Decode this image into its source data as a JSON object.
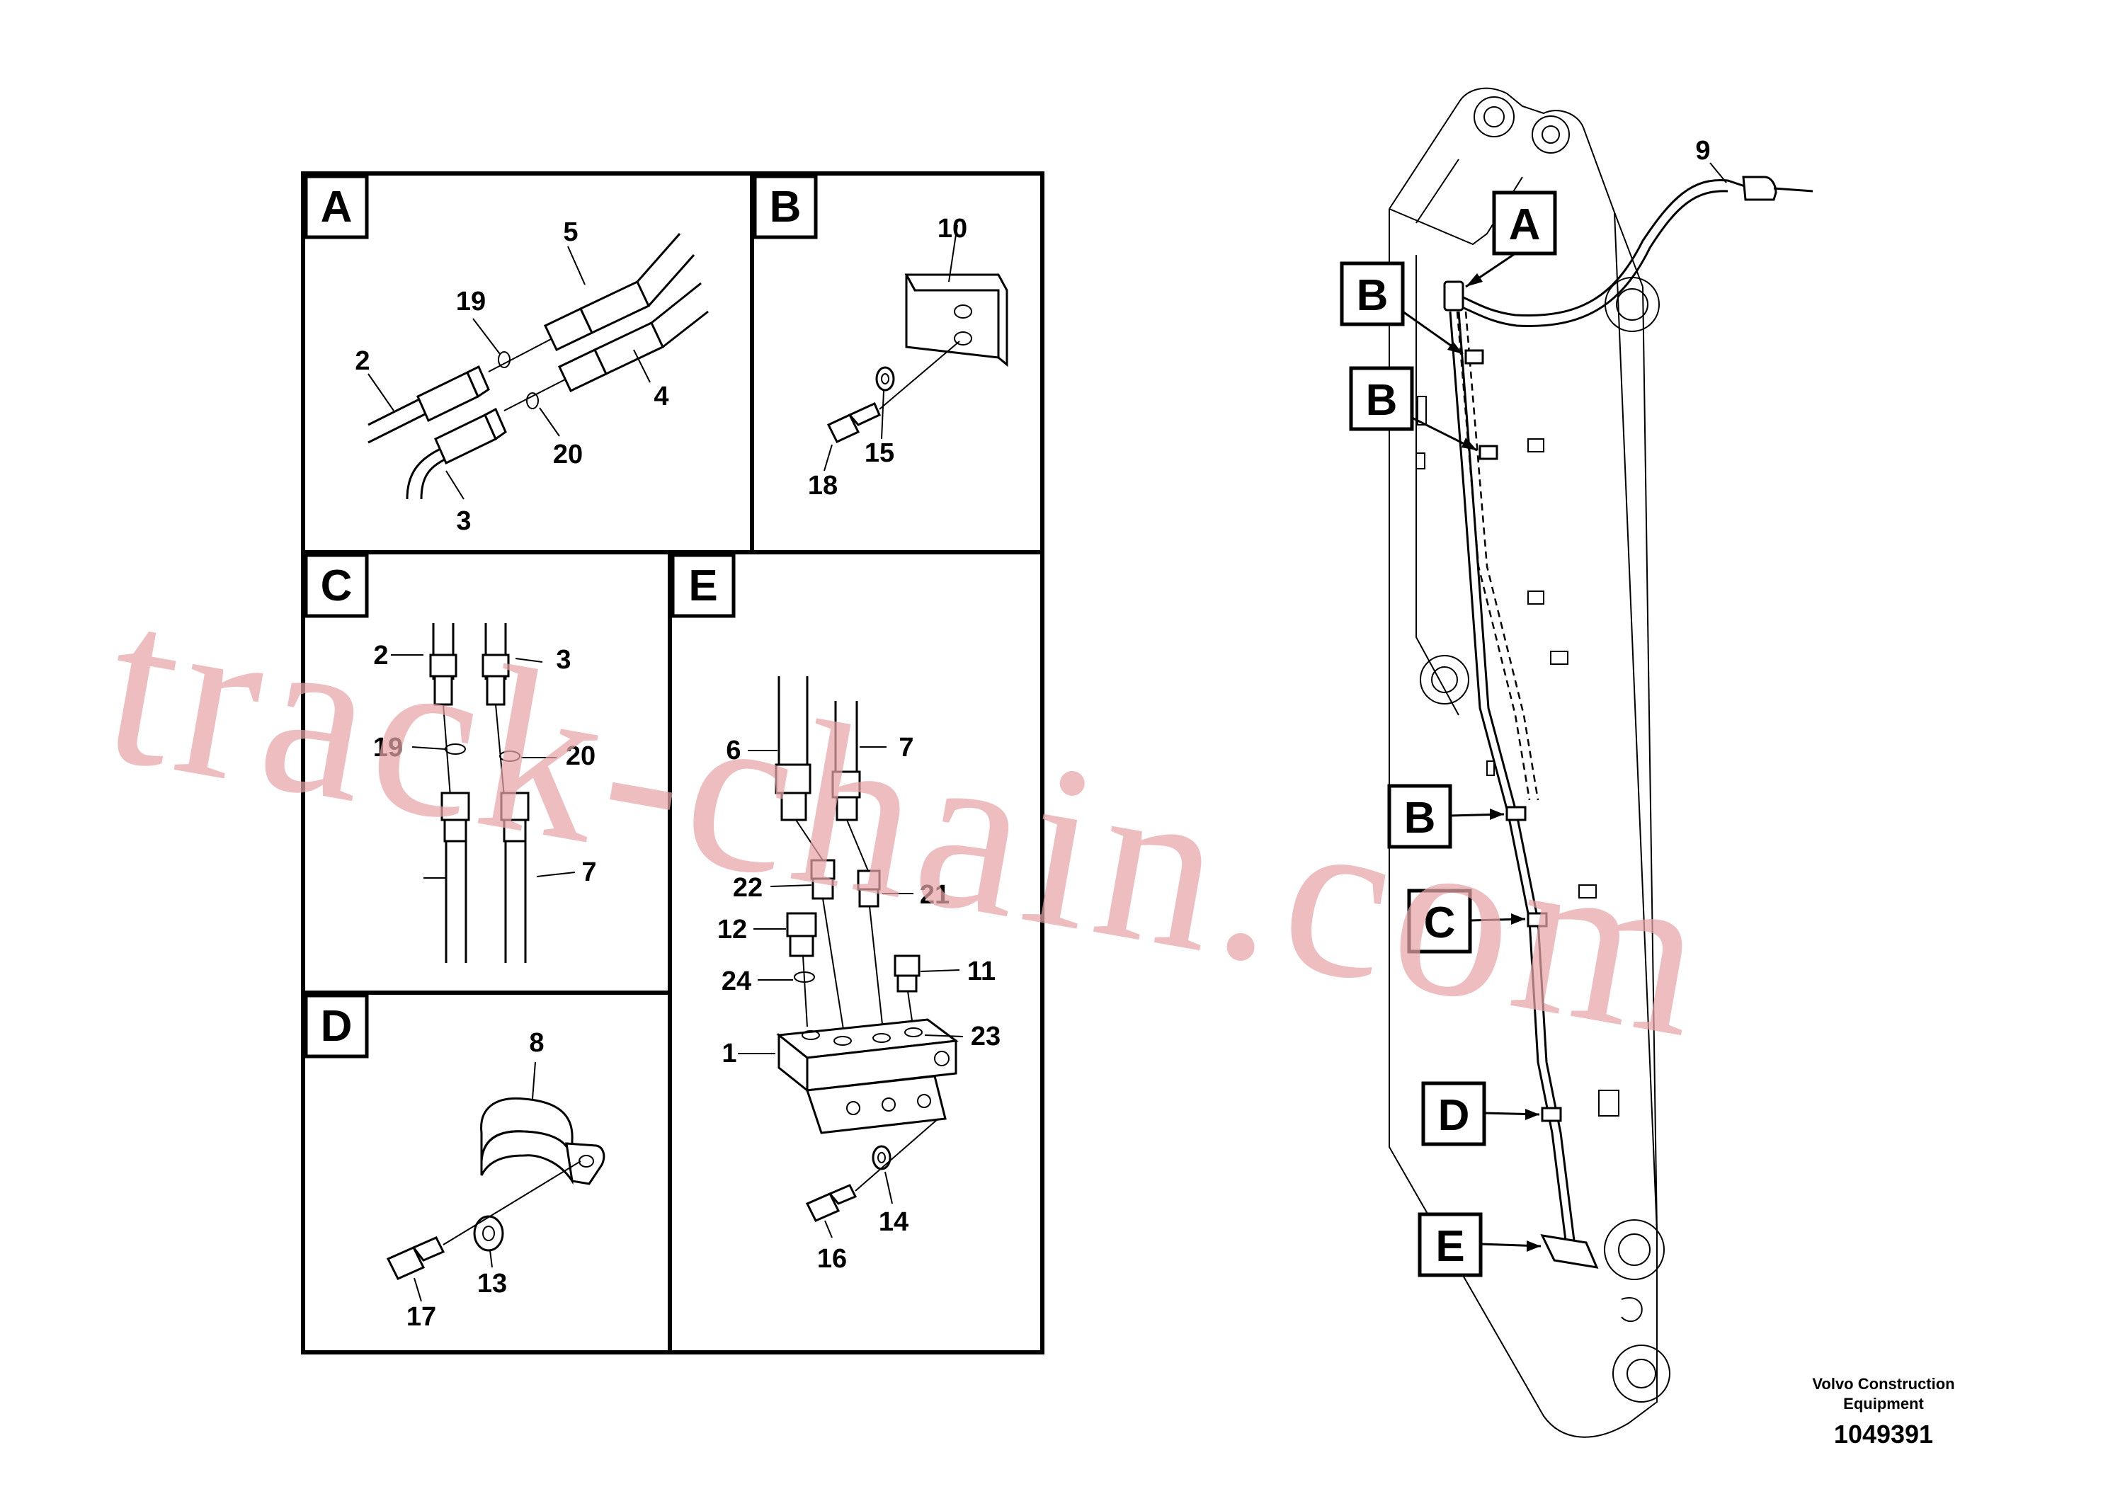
{
  "panels": {
    "A": {
      "letter": "A",
      "labels": {
        "p5": "5",
        "p19": "19",
        "p2": "2",
        "p4": "4",
        "p20": "20",
        "p3": "3"
      }
    },
    "B": {
      "letter": "B",
      "labels": {
        "p10": "10",
        "p15": "15",
        "p18": "18"
      }
    },
    "C": {
      "letter": "C",
      "labels": {
        "p2": "2",
        "p3": "3",
        "p19": "19",
        "p20": "20",
        "p7": "7"
      }
    },
    "D": {
      "letter": "D",
      "labels": {
        "p8": "8",
        "p13": "13",
        "p17": "17"
      }
    },
    "E": {
      "letter": "E",
      "labels": {
        "p6": "6",
        "p7": "7",
        "p22": "22",
        "p21": "21",
        "p12": "12",
        "p24": "24",
        "p11": "11",
        "p1": "1",
        "p23": "23",
        "p14": "14",
        "p16": "16"
      }
    }
  },
  "boom": {
    "hose_label": "9",
    "callouts": [
      "A",
      "B",
      "B",
      "B",
      "C",
      "D",
      "E"
    ]
  },
  "footer": {
    "company_line1": "Volvo Construction",
    "company_line2": "Equipment",
    "drawing_number": "1049391"
  },
  "watermark": "track-chain.com"
}
